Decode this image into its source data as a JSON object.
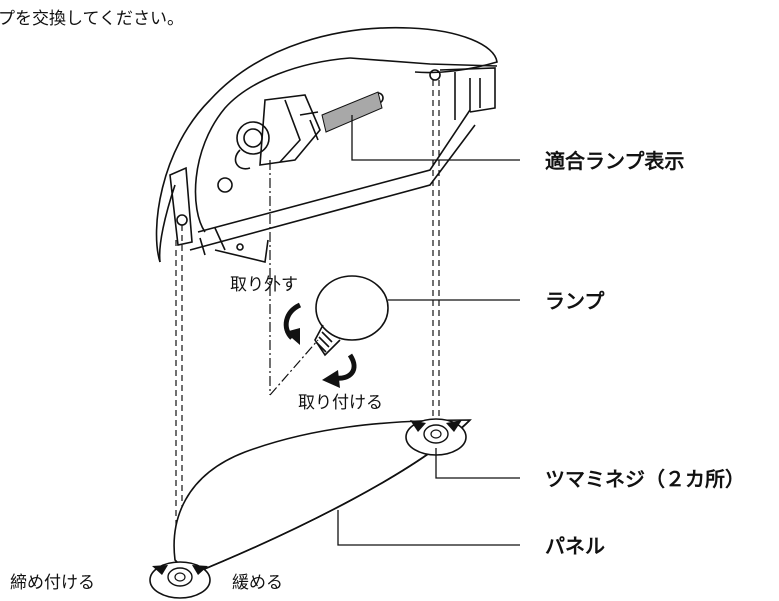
{
  "instruction": "プを交換してください。",
  "labels": {
    "lamp_indicator": "適合ランプ表示",
    "lamp": "ランプ",
    "knob_screw": "ツマミネジ（２カ所）",
    "panel": "パネル",
    "remove": "取り外す",
    "attach": "取り付ける",
    "tighten": "締め付ける",
    "loosen": "緩める"
  }
}
